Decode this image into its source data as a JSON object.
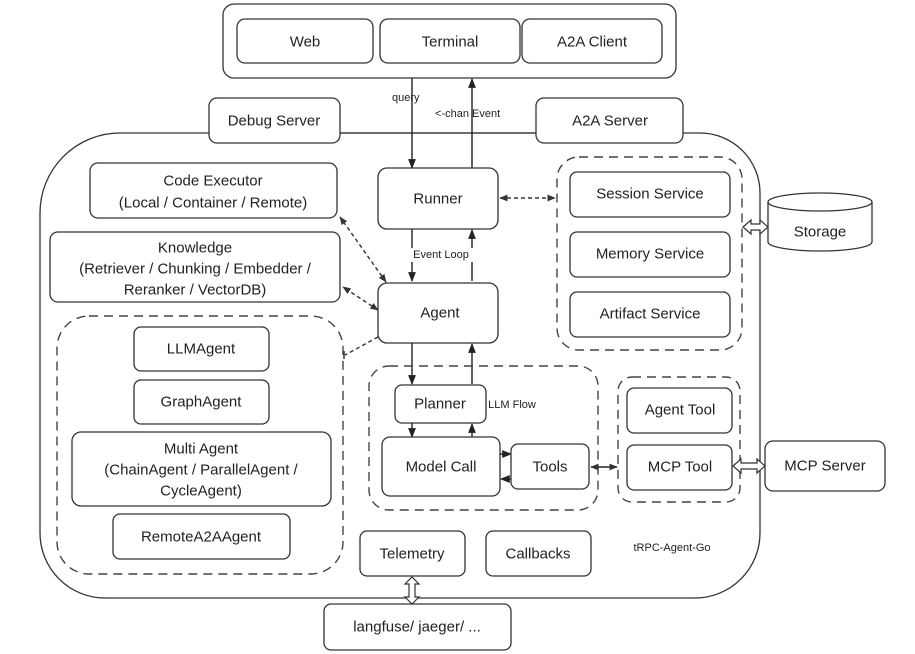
{
  "diagram": {
    "title": "tRPC-Agent-Go",
    "clients": {
      "web": "Web",
      "terminal": "Terminal",
      "a2a_client": "A2A Client"
    },
    "servers": {
      "debug_server": "Debug Server",
      "a2a_server": "A2A Server"
    },
    "edges": {
      "query": "query",
      "chan_event": "<-chan Event",
      "event_loop": "Event Loop"
    },
    "core": {
      "runner": "Runner",
      "agent": "Agent"
    },
    "code_executor": {
      "title": "Code Executor",
      "subtitle": "(Local / Container / Remote)"
    },
    "knowledge": {
      "title": "Knowledge",
      "line2": "(Retriever / Chunking / Embedder /",
      "line3": "Reranker / VectorDB)"
    },
    "services": {
      "session": "Session Service",
      "memory": "Memory Service",
      "artifact": "Artifact Service"
    },
    "storage": "Storage",
    "agents": {
      "llm": "LLMAgent",
      "graph": "GraphAgent",
      "multi_title": "Multi Agent",
      "multi_line2": "(ChainAgent / ParallelAgent /",
      "multi_line3": "CycleAgent)",
      "remote": "RemoteA2AAgent"
    },
    "llm_flow": {
      "label": "LLM Flow",
      "planner": "Planner",
      "model_call": "Model Call",
      "tools": "Tools"
    },
    "tool_group": {
      "agent_tool": "Agent Tool",
      "mcp_tool": "MCP Tool"
    },
    "mcp_server": "MCP Server",
    "telemetry": "Telemetry",
    "callbacks": "Callbacks",
    "observability": "langfuse/ jaeger/ ..."
  }
}
